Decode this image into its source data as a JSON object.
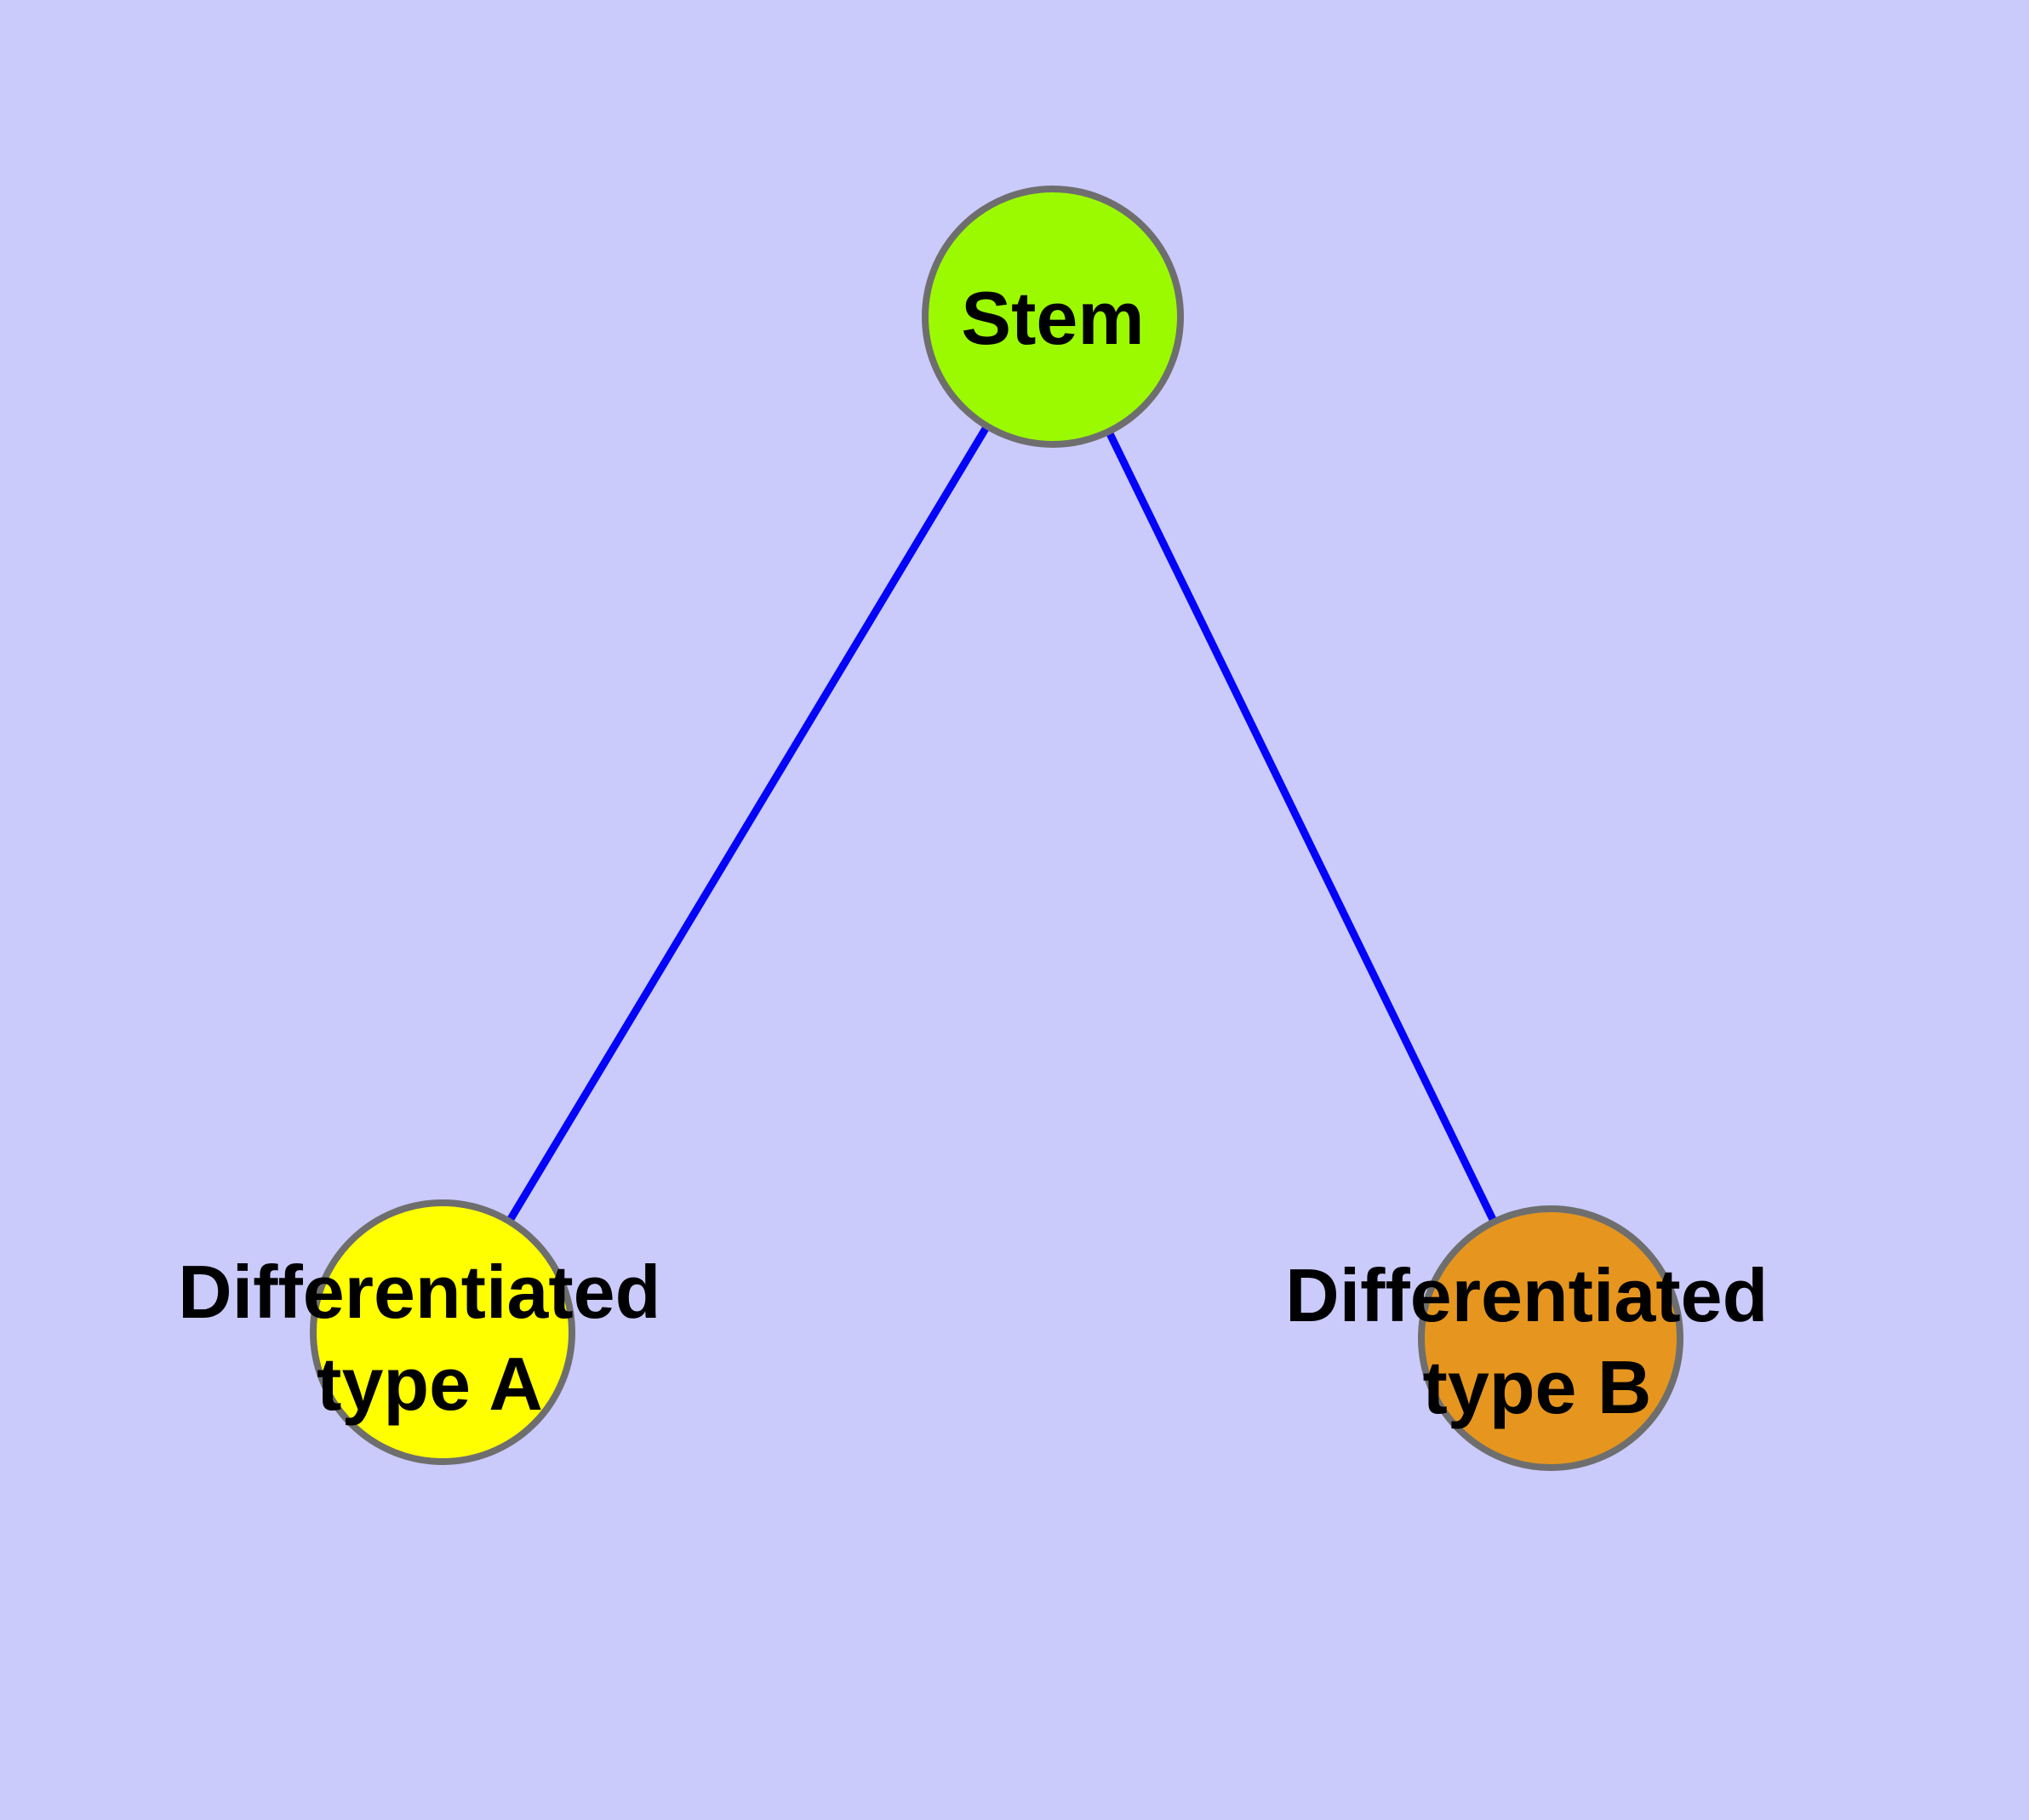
{
  "diagram": {
    "colors": {
      "background": "#CACAFB",
      "edge": "#0404F8",
      "node_border": "#6E6E6E",
      "label_text": "#000000"
    },
    "nodes": {
      "stem": {
        "label": "Stem",
        "fill": "#9BFA00"
      },
      "typeA": {
        "label_line1": "Differentiated",
        "label_line2": "type A",
        "fill": "#FFFF00"
      },
      "typeB": {
        "label_line1": "Differentiated",
        "label_line2": "type B",
        "fill": "#E6961E"
      }
    },
    "edges": [
      {
        "from": "stem",
        "to": "typeA"
      },
      {
        "from": "stem",
        "to": "typeB"
      }
    ]
  }
}
